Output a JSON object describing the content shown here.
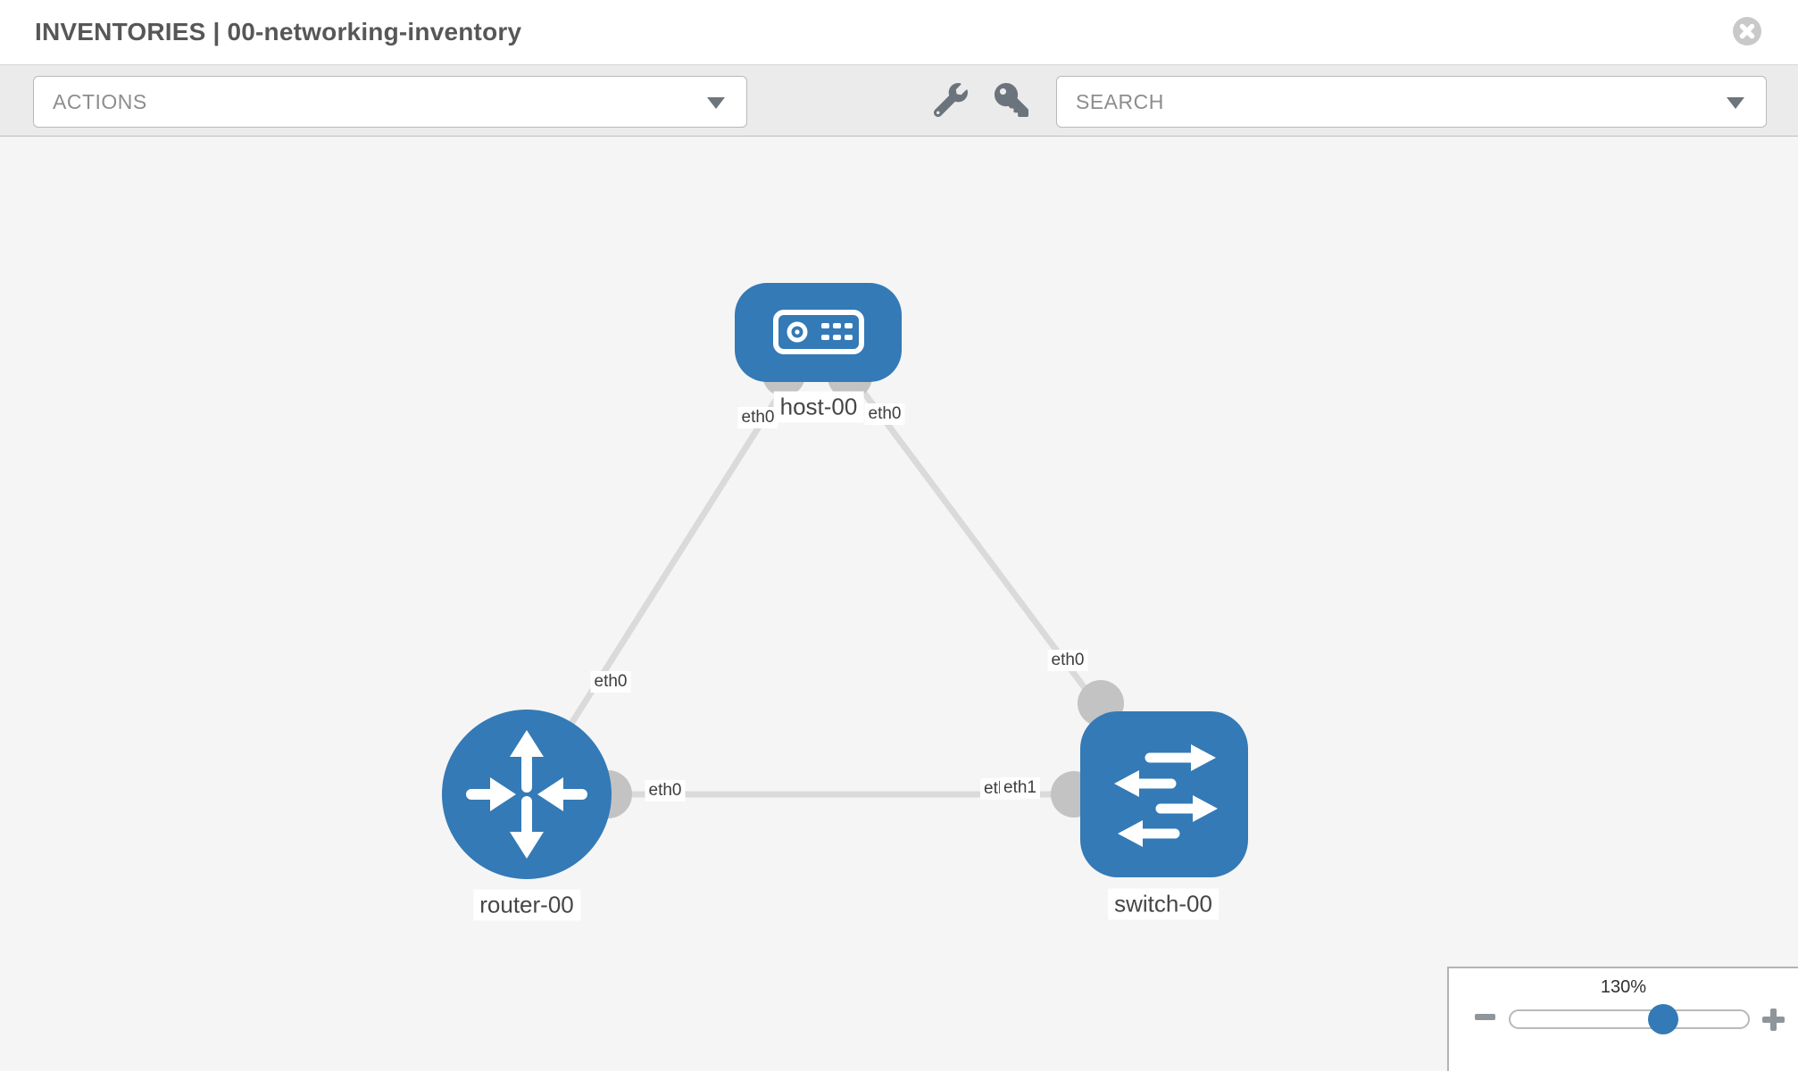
{
  "header": {
    "title": "INVENTORIES | 00-networking-inventory"
  },
  "toolbar": {
    "actions_label": "ACTIONS",
    "search_label": "SEARCH"
  },
  "canvas": {
    "nodes": [
      {
        "name": "host-00",
        "type": "host"
      },
      {
        "name": "router-00",
        "type": "router"
      },
      {
        "name": "switch-00",
        "type": "switch"
      }
    ],
    "links": [
      {
        "source": "host-00",
        "target": "router-00",
        "source_interface": "eth0",
        "target_interface": "eth0"
      },
      {
        "source": "host-00",
        "target": "switch-00",
        "source_interface": "eth0",
        "target_interface": "eth0"
      },
      {
        "source": "router-00",
        "target": "switch-00",
        "source_interface": "eth0",
        "target_interface": "eth1",
        "overlapped_label": "eth0"
      }
    ]
  },
  "zoom_control": {
    "level": "130%"
  },
  "colors": {
    "node_fill": "#337ab7",
    "link": "#dadada",
    "endpoint": "#c3c3c3",
    "accent": "#337ab7"
  }
}
